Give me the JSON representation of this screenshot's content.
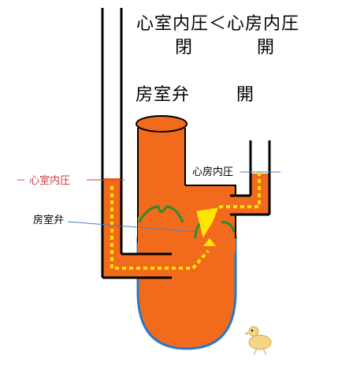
{
  "header": {
    "pressure_relation": "心室内圧＜心房内圧",
    "state_left": "閉",
    "state_right": "開"
  },
  "valve_status": {
    "label": "房室弁",
    "state": "開"
  },
  "labels": {
    "ventricle_pressure": "－ 心室内圧",
    "atrium_pressure": "心房内圧",
    "av_valve": "房室弁"
  },
  "colors": {
    "chamber_fill": "#f26b1d",
    "chamber_outline": "#000000",
    "ventricle_outline": "#2b78c5",
    "valve_line": "#2e8b2e",
    "flow_arrow": "#ffe600",
    "ventricle_pointer": "#d23a3a",
    "atrium_pointer": "#4a7fc1"
  },
  "icons": {
    "flow": "flow-arrow-icon",
    "mascot": "chick-mascot-icon"
  }
}
